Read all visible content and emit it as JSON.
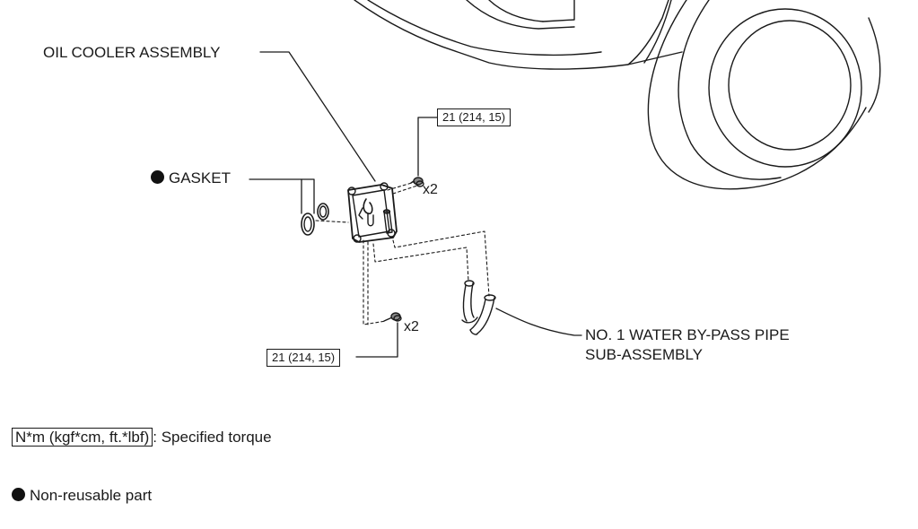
{
  "labels": {
    "oil_cooler": "OIL COOLER ASSEMBLY",
    "gasket": "GASKET",
    "water_pipe_line1": "NO. 1 WATER BY-PASS PIPE",
    "water_pipe_line2": "SUB-ASSEMBLY"
  },
  "torque": {
    "upper": "21 (214, 15)",
    "lower": "21 (214, 15)"
  },
  "quantity": {
    "upper": "x2",
    "lower": "x2"
  },
  "legend": {
    "torque_unit": "N*m (kgf*cm, ft.*lbf)",
    "torque_desc": ": Specified torque",
    "non_reusable": "Non-reusable part"
  },
  "icons": {
    "non_reusable_marker": "filled-circle-icon"
  }
}
